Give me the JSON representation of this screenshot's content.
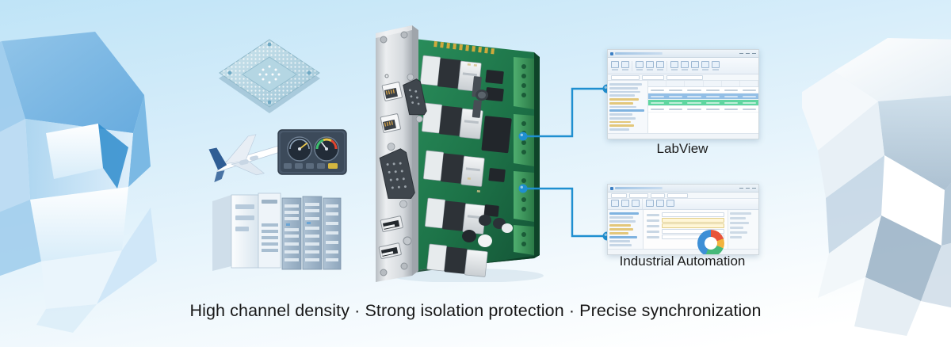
{
  "banner": {
    "background_top_color": "#bfe4f7",
    "background_bottom_color": "#ffffff",
    "accent_color": "#2196d8"
  },
  "product": {
    "name": "modular-io-card",
    "front_panel_color": "#d9dde0",
    "pcb_color": "#1f7a4d",
    "ports": [
      "rj45-port",
      "rj45-port",
      "db9-port",
      "db25-port",
      "usb-port",
      "usb-port"
    ]
  },
  "icons": {
    "chip": {
      "name": "bga-chip-icon",
      "color": "#a7cddc"
    },
    "airplane": {
      "name": "airplane-icon",
      "color": "#2f5d94"
    },
    "gauge": {
      "name": "instrument-gauge-panel-icon",
      "color": "#3d4b5c"
    },
    "cabinets": {
      "name": "control-cabinet-icon",
      "color": "#8fa6bb"
    }
  },
  "connectors": [
    {
      "name": "link-labview",
      "color": "#2196d8"
    },
    {
      "name": "link-industrial-automation",
      "color": "#2196d8"
    }
  ],
  "thumbnails": [
    {
      "id": "labview",
      "label": "LabView",
      "window_kind": "data-table-application",
      "highlight_rows": [
        "#93bfe6",
        "#5fd6a0"
      ]
    },
    {
      "id": "industrial-automation",
      "label": "Industrial Automation",
      "window_kind": "dashboard-application",
      "chart": "donut-chart",
      "chart_colors": [
        "#e8543a",
        "#f2b33d",
        "#46b97a",
        "#3d8fd6"
      ]
    }
  ],
  "tagline": {
    "full": "High channel density · Strong isolation protection · Precise synchronization",
    "features": [
      "High channel density",
      "Strong isolation protection",
      "Precise synchronization"
    ],
    "separator": "·"
  }
}
